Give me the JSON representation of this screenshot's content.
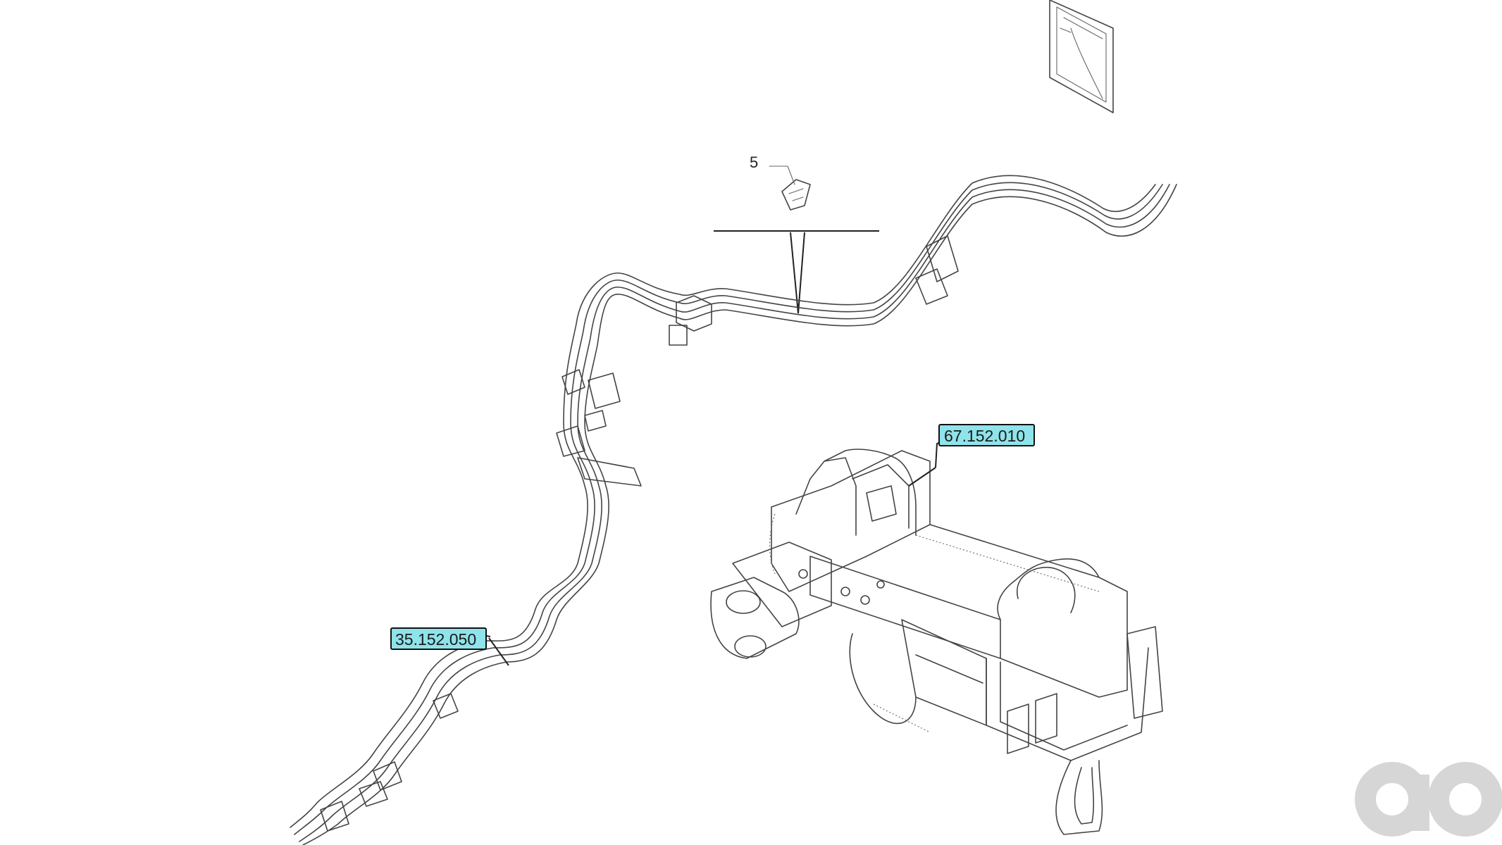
{
  "diagram": {
    "callouts": [
      {
        "id": "top-right",
        "label": "67.152.010"
      },
      {
        "id": "left",
        "label": "35.152.050"
      }
    ],
    "part_numbers": [
      {
        "id": "part-5",
        "label": "5"
      }
    ],
    "watermark_icon": "ao-logo-icon"
  }
}
